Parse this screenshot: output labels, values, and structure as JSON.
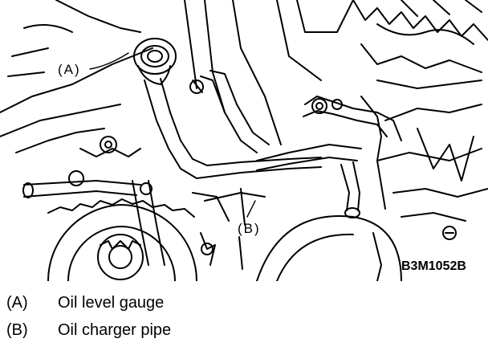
{
  "figure": {
    "code": "B3M1052B",
    "callouts": [
      {
        "key": "A",
        "label": "(A)"
      },
      {
        "key": "B",
        "label": "(B)"
      }
    ]
  },
  "legend": [
    {
      "key": "(A)",
      "desc": "Oil level gauge"
    },
    {
      "key": "(B)",
      "desc": "Oil charger pipe"
    }
  ]
}
